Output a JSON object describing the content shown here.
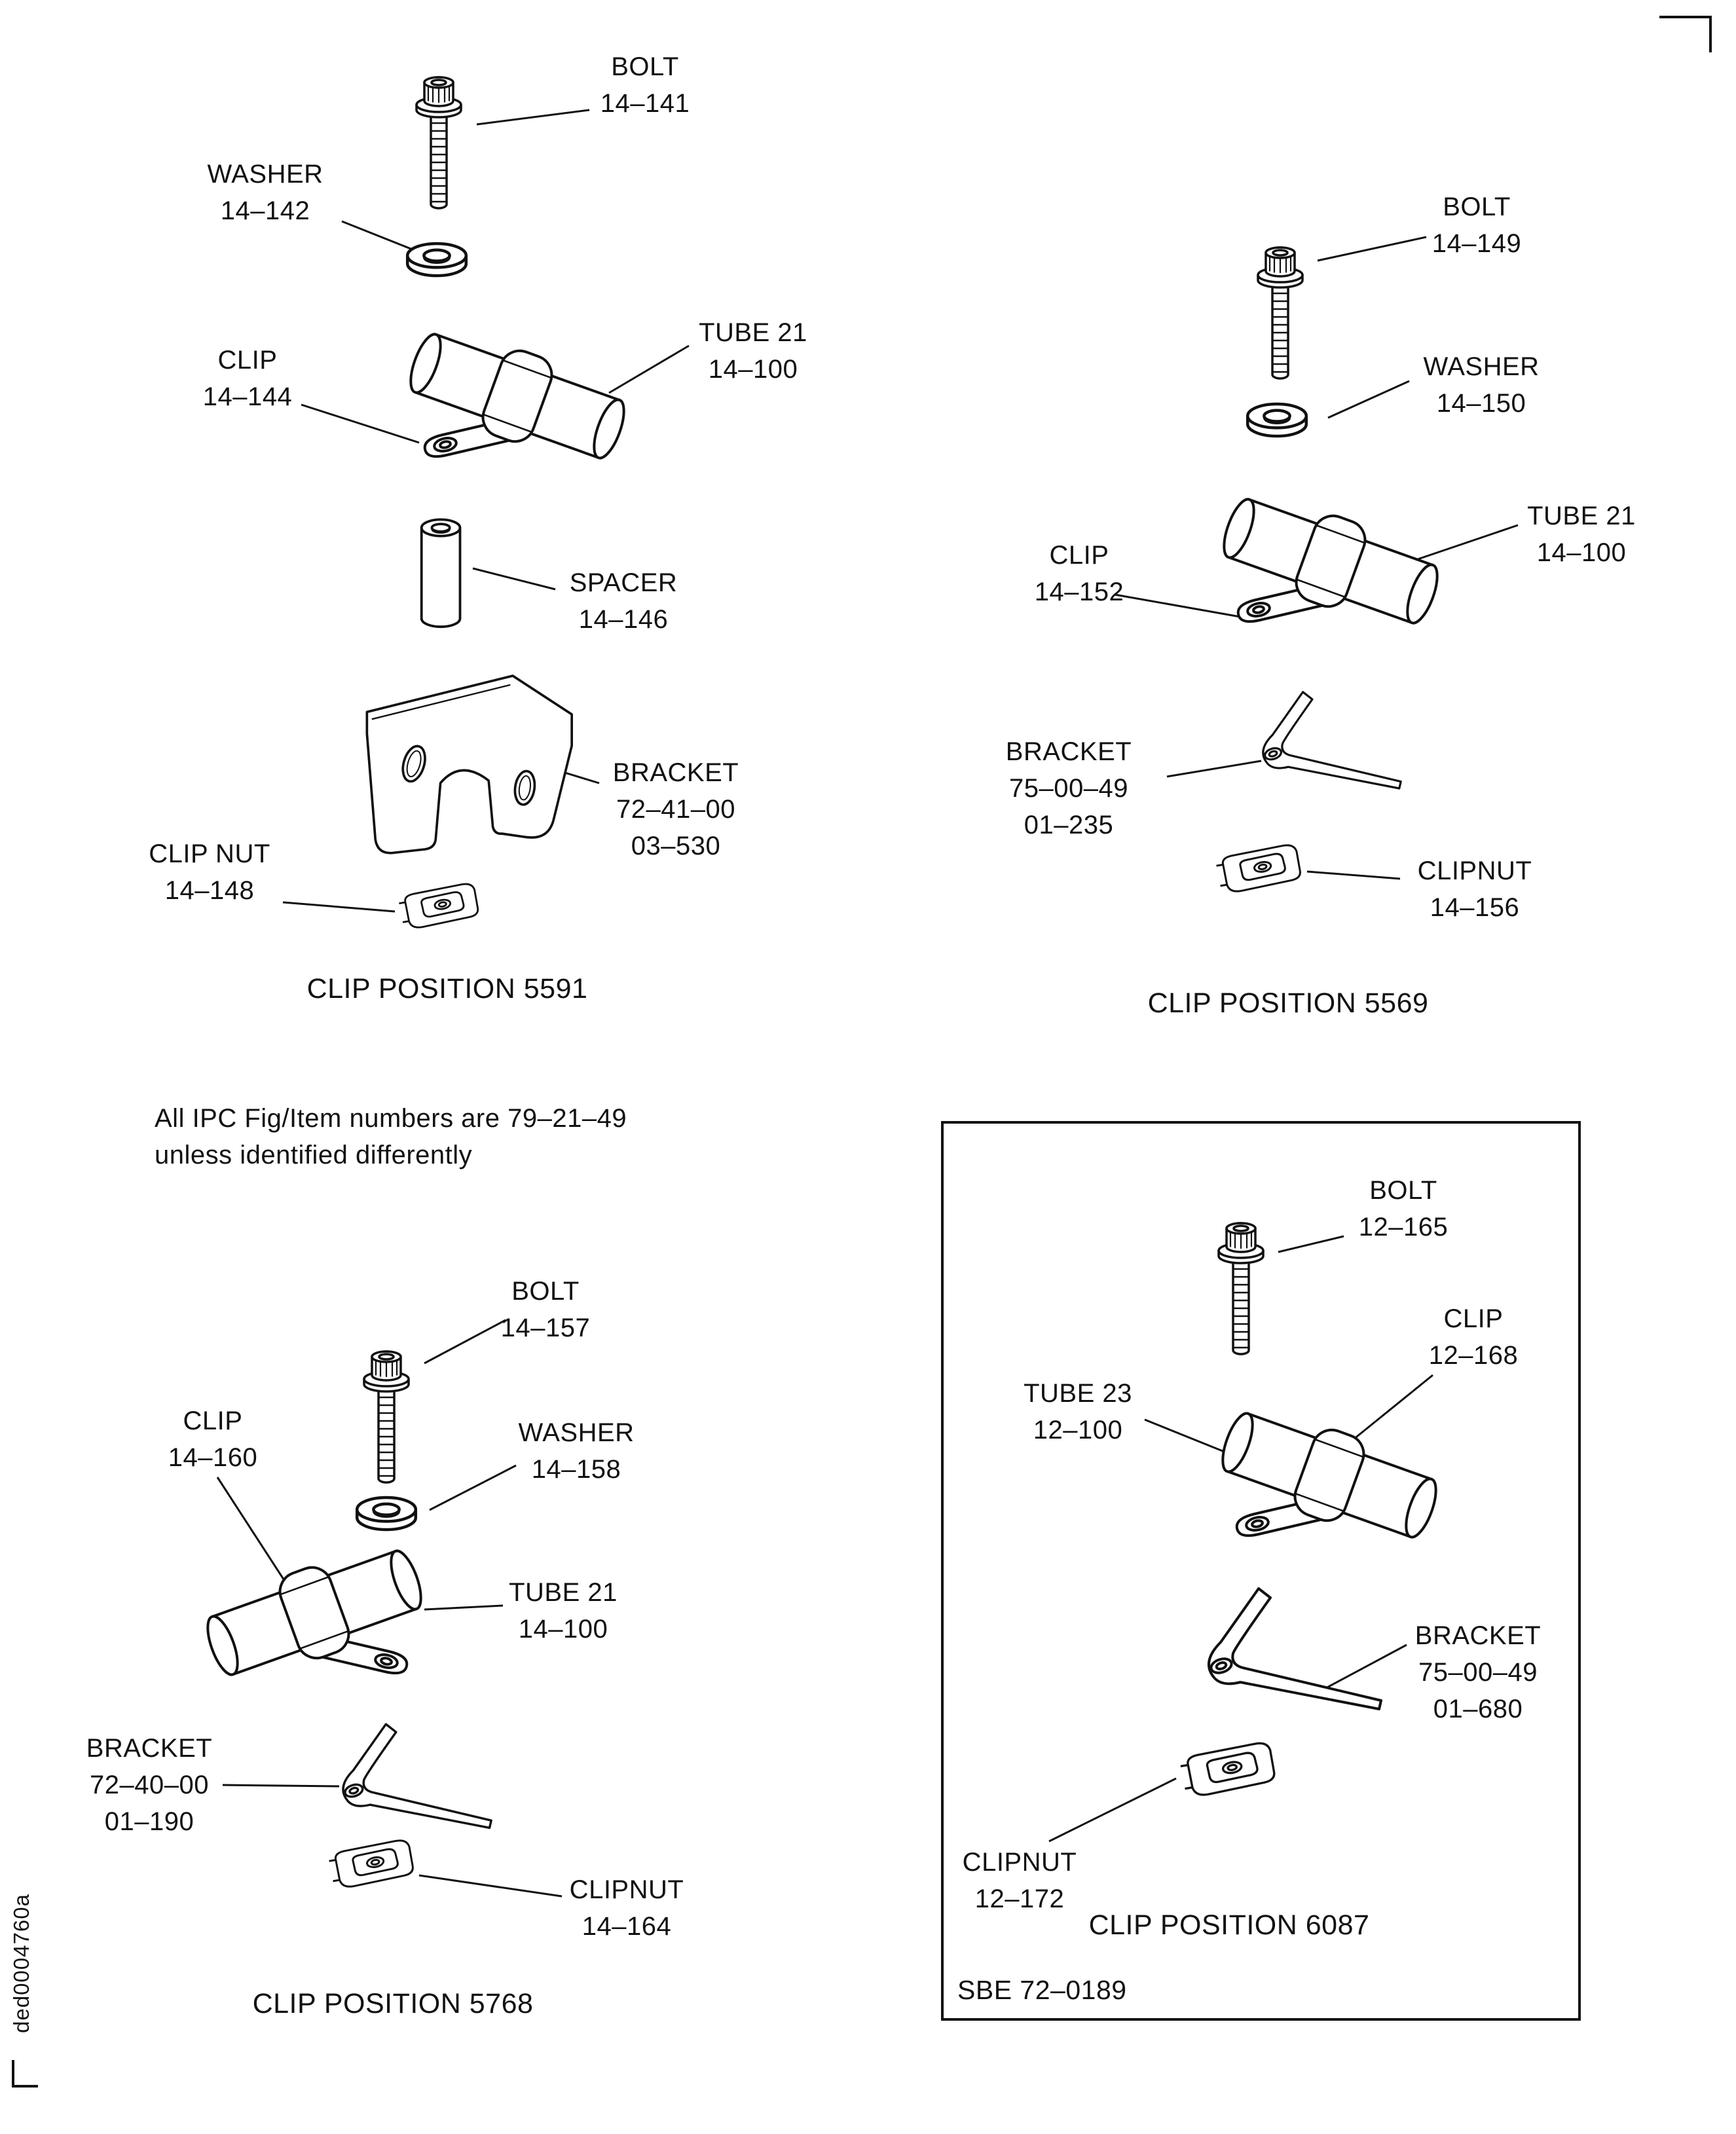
{
  "doc_code": "ded0004760a",
  "note": {
    "line1": "All IPC Fig/Item numbers are 79–21–49",
    "line2": "unless identified differently"
  },
  "pos5591": {
    "caption": "CLIP POSITION 5591",
    "bolt": {
      "name": "BOLT",
      "num": "14–141"
    },
    "washer": {
      "name": "WASHER",
      "num": "14–142"
    },
    "clip": {
      "name": "CLIP",
      "num": "14–144"
    },
    "tube": {
      "name": "TUBE 21",
      "num": "14–100"
    },
    "spacer": {
      "name": "SPACER",
      "num": "14–146"
    },
    "bracket": {
      "name": "BRACKET",
      "num": "72–41–00",
      "num2": "03–530"
    },
    "clipnut": {
      "name": "CLIP NUT",
      "num": "14–148"
    }
  },
  "pos5569": {
    "caption": "CLIP POSITION 5569",
    "bolt": {
      "name": "BOLT",
      "num": "14–149"
    },
    "washer": {
      "name": "WASHER",
      "num": "14–150"
    },
    "clip": {
      "name": "CLIP",
      "num": "14–152"
    },
    "tube": {
      "name": "TUBE 21",
      "num": "14–100"
    },
    "bracket": {
      "name": "BRACKET",
      "num": "75–00–49",
      "num2": "01–235"
    },
    "clipnut": {
      "name": "CLIPNUT",
      "num": "14–156"
    }
  },
  "pos5768": {
    "caption": "CLIP POSITION 5768",
    "bolt": {
      "name": "BOLT",
      "num": "14–157"
    },
    "washer": {
      "name": "WASHER",
      "num": "14–158"
    },
    "clip": {
      "name": "CLIP",
      "num": "14–160"
    },
    "tube": {
      "name": "TUBE 21",
      "num": "14–100"
    },
    "bracket": {
      "name": "BRACKET",
      "num": "72–40–00",
      "num2": "01–190"
    },
    "clipnut": {
      "name": "CLIPNUT",
      "num": "14–164"
    }
  },
  "pos6087": {
    "caption": "CLIP POSITION 6087",
    "sbe": "SBE 72–0189",
    "bolt": {
      "name": "BOLT",
      "num": "12–165"
    },
    "clip": {
      "name": "CLIP",
      "num": "12–168"
    },
    "tube": {
      "name": "TUBE 23",
      "num": "12–100"
    },
    "bracket": {
      "name": "BRACKET",
      "num": "75–00–49",
      "num2": "01–680"
    },
    "clipnut": {
      "name": "CLIPNUT",
      "num": "12–172"
    }
  }
}
